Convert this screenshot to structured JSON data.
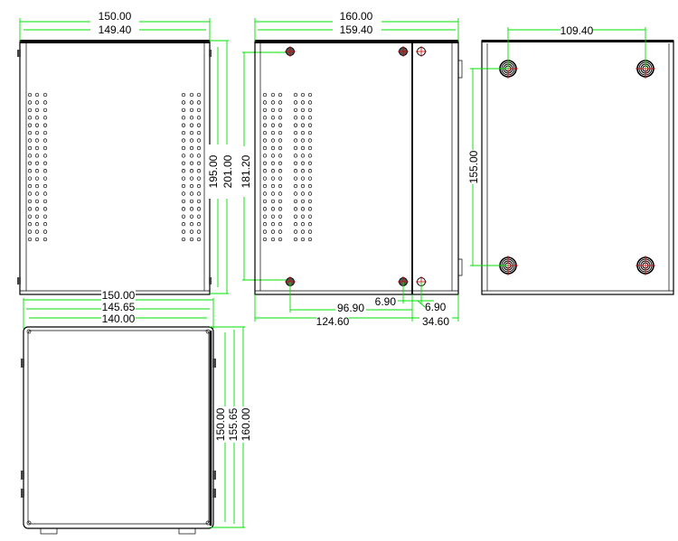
{
  "colors": {
    "dimension": "#00e000",
    "centerline": "#e00000",
    "outline": "#000000"
  },
  "side_view": {
    "width_outer": "150.00",
    "width_inner": "149.40",
    "height_a": "195.00",
    "height_b": "201.00",
    "height_c": "181.20"
  },
  "front_view": {
    "width_outer": "160.00",
    "width_inner": "159.40",
    "screw_offset_a": "6.90",
    "screw_offset_b": "6.90",
    "screw_spacing": "96.90",
    "panel_width": "124.60",
    "door_width": "34.60"
  },
  "bottom_view": {
    "foot_spacing_x": "109.40",
    "foot_spacing_y": "155.00"
  },
  "end_view": {
    "width_a": "150.00",
    "width_b": "145.65",
    "width_c": "140.00",
    "height_a": "150.00",
    "height_b": "155.65",
    "height_c": "160.00"
  }
}
